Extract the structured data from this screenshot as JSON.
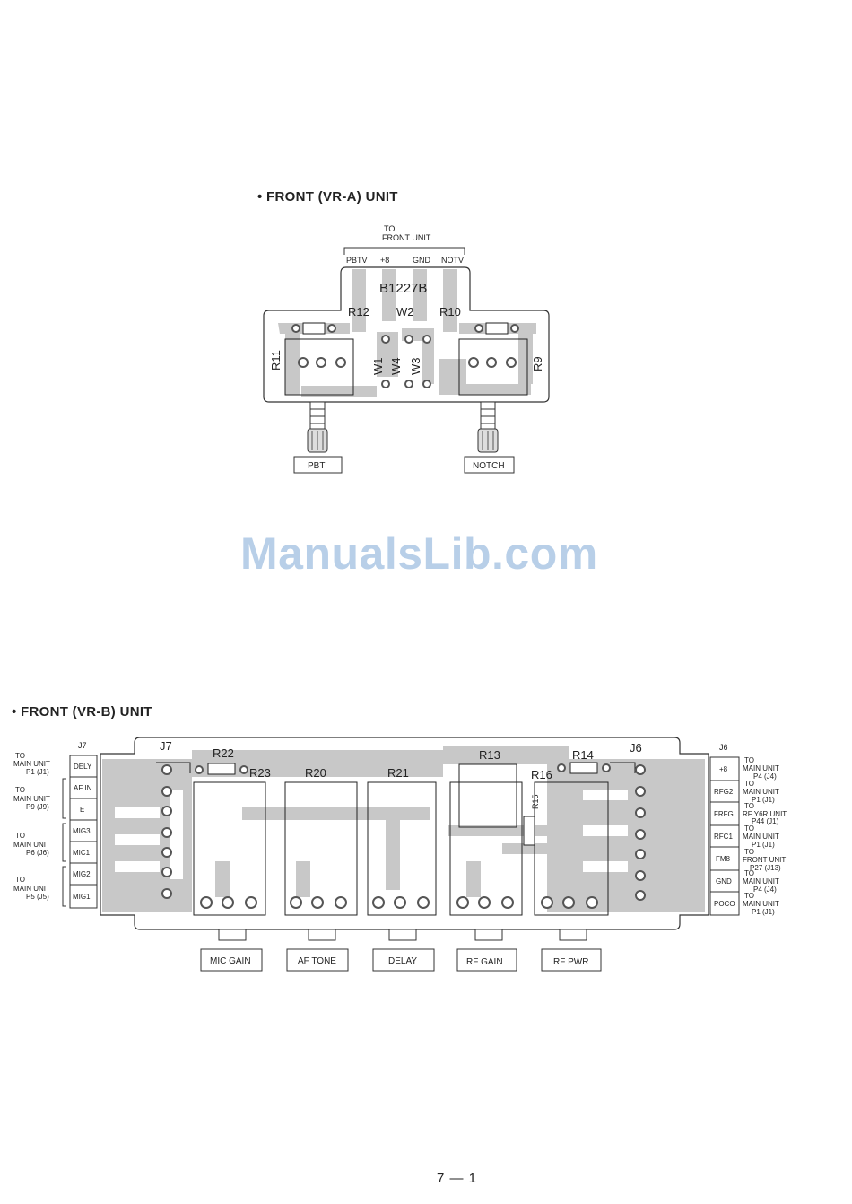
{
  "vra": {
    "title": "• FRONT (VR-A) UNIT",
    "to_line1": "TO",
    "to_line2": "FRONT UNIT",
    "pins": [
      "PBTV",
      "+8",
      "GND",
      "NOTV"
    ],
    "board_code": "B1227B",
    "refs": [
      "R12",
      "W2",
      "R10",
      "R11",
      "R9",
      "W1",
      "W4",
      "W3"
    ],
    "knob_labels": [
      "PBT",
      "NOTCH"
    ]
  },
  "watermark": "ManualsLib.com",
  "vrb": {
    "title": "• FRONT (VR-B) UNIT",
    "j7_label": "J7",
    "j6_label": "J6",
    "left_pins": [
      "DELY",
      "AF IN",
      "E",
      "MIG3",
      "MIC1",
      "MIG2",
      "MIG1"
    ],
    "left_notes": [
      {
        "l1": "TO",
        "l2": "MAIN UNIT",
        "l3": "P1 (J1)"
      },
      {
        "l1": "TO",
        "l2": "MAIN UNIT",
        "l3": "P9 (J9)"
      },
      {
        "l1": "TO",
        "l2": "MAIN UNIT",
        "l3": "P6 (J6)"
      },
      {
        "l1": "TO",
        "l2": "MAIN UNIT",
        "l3": "P5 (J5)"
      }
    ],
    "right_pins": [
      "+8",
      "RFG2",
      "FRFG",
      "RFC1",
      "FM8",
      "GND",
      "POCO"
    ],
    "right_notes": [
      {
        "l1": "TO",
        "l2": "MAIN UNIT",
        "l3": "P4 (J4)"
      },
      {
        "l1": "TO",
        "l2": "MAIN UNIT",
        "l3": "P1 (J1)"
      },
      {
        "l1": "TO",
        "l2": "RF Y6R UNIT",
        "l3": "P44 (J1)"
      },
      {
        "l1": "TO",
        "l2": "MAIN UNIT",
        "l3": "P1 (J1)"
      },
      {
        "l1": "TO",
        "l2": "FRONT UNIT",
        "l3": "P27 (J13)"
      },
      {
        "l1": "TO",
        "l2": "MAIN UNIT",
        "l3": "P4 (J4)"
      },
      {
        "l1": "TO",
        "l2": "MAIN UNIT",
        "l3": "P1 (J1)"
      }
    ],
    "refs": [
      "J7",
      "R22",
      "R23",
      "R20",
      "R21",
      "R13",
      "R16",
      "R14",
      "J6",
      "R15"
    ],
    "knob_labels": [
      "MIC GAIN",
      "AF TONE",
      "DELAY",
      "RF GAIN",
      "RF PWR"
    ]
  },
  "page_number": "7 — 1"
}
